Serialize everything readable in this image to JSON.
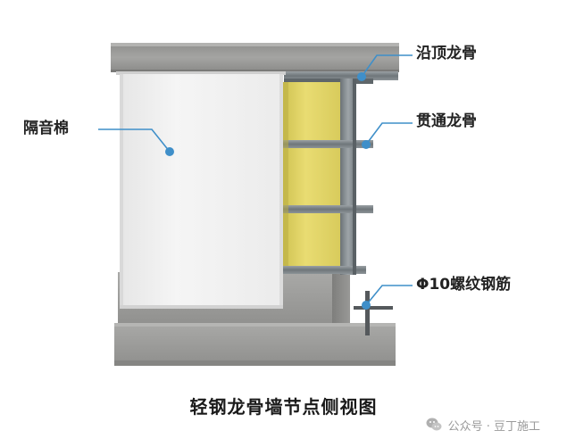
{
  "diagram": {
    "caption": "轻钢龙骨墙节点侧视图",
    "labels": {
      "insulation": "隔音棉",
      "top_track": "沿顶龙骨",
      "through_stud": "贯通龙骨",
      "rebar": "Φ10螺纹钢筋"
    }
  },
  "watermark": {
    "text": "公众号 · 豆丁施工",
    "icon": "wechat-icon"
  },
  "colors": {
    "concrete": "#9a9a98",
    "insulation_board": "#f2f2f2",
    "mineral_wool": "#e4d76a",
    "steel": "#7d8488",
    "callout": "#3f8fc9"
  }
}
